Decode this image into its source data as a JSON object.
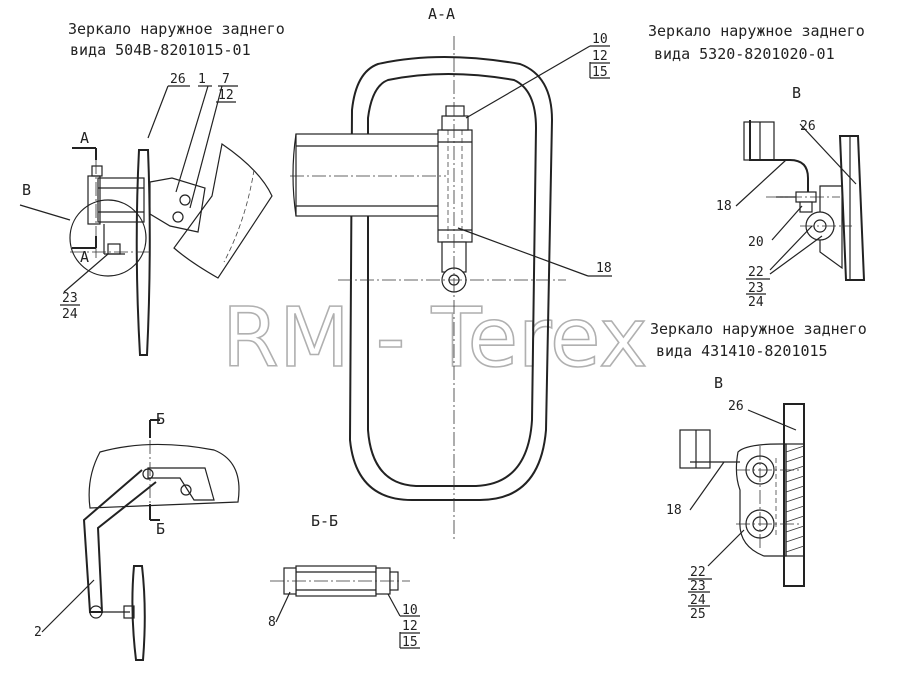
{
  "titles": {
    "mirror_504": [
      "Зеркало наружное заднего",
      "вида 504В-8201015-01"
    ],
    "mirror_5320": [
      "Зеркало наружное заднего",
      "вида 5320-8201020-01"
    ],
    "mirror_431410": [
      "Зеркало наружное заднего",
      "вида 431410-8201015"
    ]
  },
  "section_labels": {
    "aa": "А-А",
    "bb": "Б-Б",
    "view_v_top": "В",
    "view_v_bottom": "В",
    "view_v_left": "В",
    "cut_a_top": "А",
    "cut_a_bottom": "А",
    "cut_b_top": "Б",
    "cut_b_bottom": "Б"
  },
  "callouts": {
    "left_26": "26",
    "left_1": "1",
    "left_7": "7",
    "left_12": "12",
    "left_23": "23",
    "left_24": "24",
    "left_2": "2",
    "aa_10": "10",
    "aa_12": "12",
    "aa_15": "15",
    "aa_18": "18",
    "tr_26": "26",
    "tr_18": "18",
    "tr_20": "20",
    "tr_22": "22",
    "tr_23": "23",
    "tr_24": "24",
    "br_26": "26",
    "br_18": "18",
    "br_22": "22",
    "br_23": "23",
    "br_24": "24",
    "br_25": "25",
    "bb_8": "8",
    "bb_10": "10",
    "bb_12": "12",
    "bb_15": "15"
  },
  "watermark": "RM - Terex"
}
